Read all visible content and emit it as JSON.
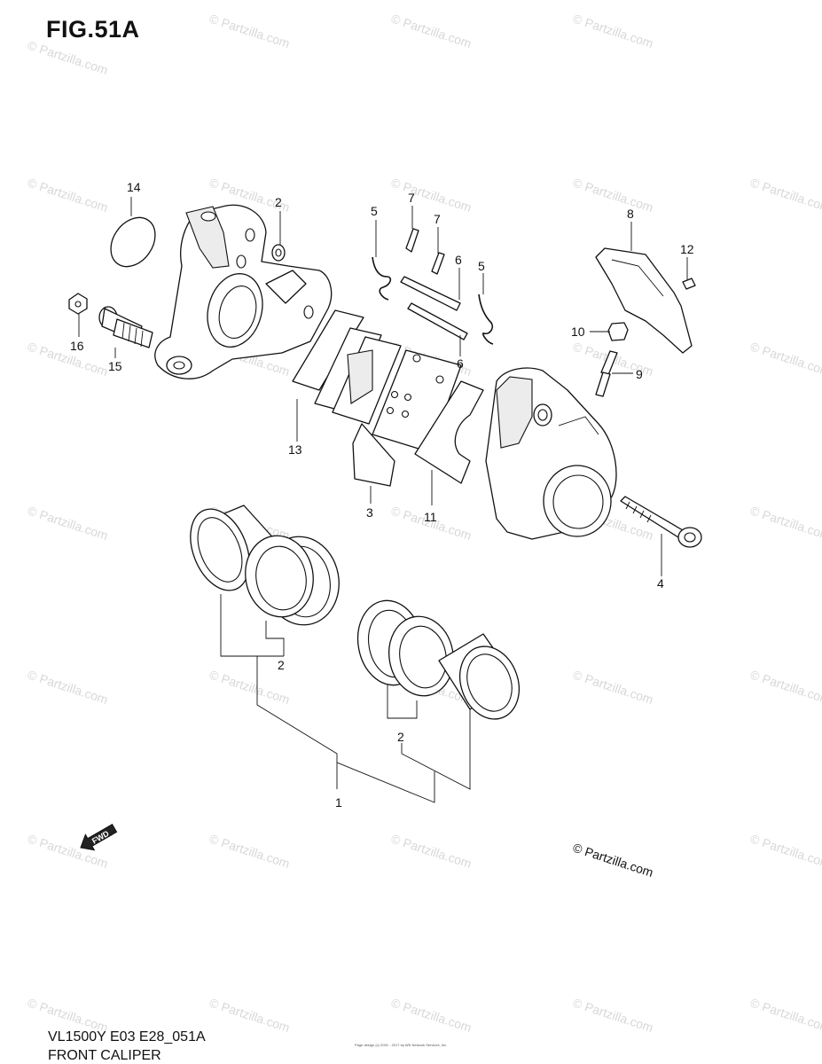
{
  "figure": {
    "title": "FIG.51A",
    "model_code": "VL1500Y E03 E28_051A",
    "section_name": "FRONT CALIPER",
    "footer_fine_print": "Page design (c) 2001 - 2017 by ARI Network Services, Inc."
  },
  "watermark": {
    "text": "© Partzilla.com",
    "mark": "© Partzilla.com"
  },
  "fwd_label": "FWD",
  "callouts": [
    {
      "id": "c1",
      "label": "1"
    },
    {
      "id": "c2a",
      "label": "2"
    },
    {
      "id": "c2b",
      "label": "2"
    },
    {
      "id": "c2c",
      "label": "2"
    },
    {
      "id": "c3",
      "label": "3"
    },
    {
      "id": "c4",
      "label": "4"
    },
    {
      "id": "c5a",
      "label": "5"
    },
    {
      "id": "c5b",
      "label": "5"
    },
    {
      "id": "c6a",
      "label": "6"
    },
    {
      "id": "c6b",
      "label": "6"
    },
    {
      "id": "c7a",
      "label": "7"
    },
    {
      "id": "c7b",
      "label": "7"
    },
    {
      "id": "c8",
      "label": "8"
    },
    {
      "id": "c9",
      "label": "9"
    },
    {
      "id": "c10",
      "label": "10"
    },
    {
      "id": "c11",
      "label": "11"
    },
    {
      "id": "c12",
      "label": "12"
    },
    {
      "id": "c13",
      "label": "13"
    },
    {
      "id": "c14",
      "label": "14"
    },
    {
      "id": "c15",
      "label": "15"
    },
    {
      "id": "c16",
      "label": "16"
    }
  ]
}
